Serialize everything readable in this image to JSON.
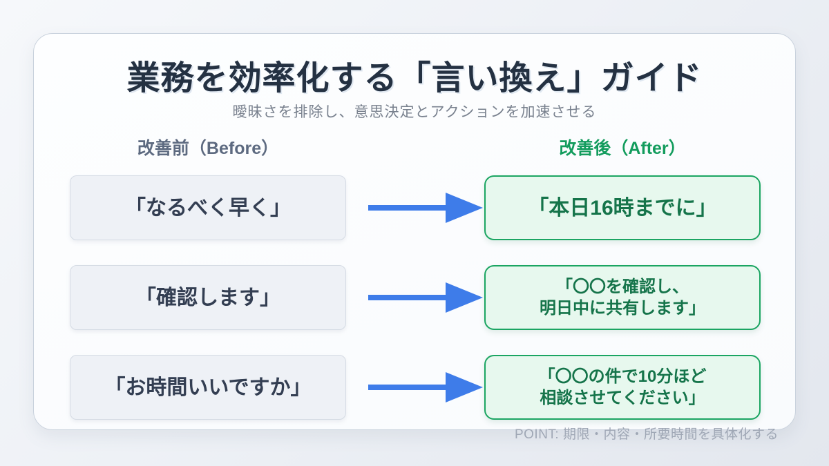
{
  "title": "業務を効率化する「言い換え」ガイド",
  "subtitle": "曖昧さを排除し、意思決定とアクションを加速させる",
  "columns": {
    "before_label": "改善前（Before）",
    "after_label": "改善後（After）"
  },
  "rows": [
    {
      "before": "「なるべく早く」",
      "after": "「本日16時までに」"
    },
    {
      "before": "「確認します」",
      "after": "「〇〇を確認し、\n明日中に共有します」"
    },
    {
      "before": "「お時間いいですか」",
      "after": "「〇〇の件で10分ほど\n相談させてください」"
    }
  ],
  "footer": {
    "point_note": "POINT: 期限・内容・所要時間を具体化する"
  },
  "colors": {
    "title_navy": "#243142",
    "accent_green": "#1ba562",
    "green_text": "#15744a",
    "green_bg": "#e7f8ee",
    "arrow_blue": "#3e7ce9",
    "before_box_bg": "#eef1f6",
    "before_text": "#333e52",
    "muted_gray": "#9fa7b5"
  }
}
